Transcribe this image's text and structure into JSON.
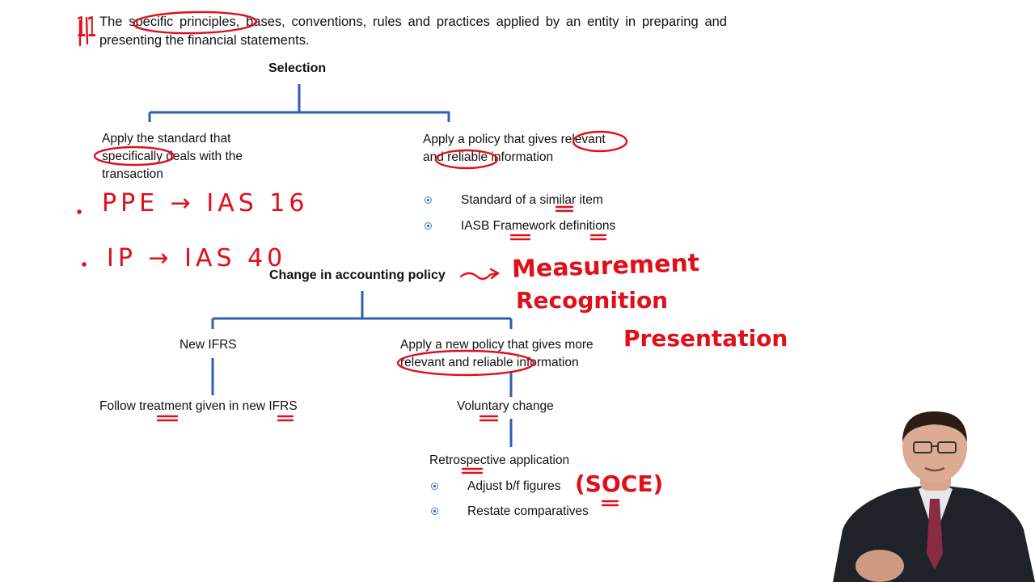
{
  "definition": {
    "marker": "11",
    "text": "The specific principles, bases, conventions, rules and practices applied by an entity in preparing and presenting the financial statements."
  },
  "selection": {
    "heading": "Selection",
    "left_branch": "Apply the standard that specifically deals with the transaction",
    "right_branch": "Apply a policy that gives relevant and reliable information",
    "bullets": [
      "Standard of a similar item",
      "IASB Framework definitions"
    ]
  },
  "change": {
    "heading": "Change in accounting policy",
    "left_branch": "New IFRS",
    "left_result": "Follow treatment given in new IFRS",
    "right_branch": "Apply a new policy that gives more relevant and reliable information",
    "right_result": "Voluntary change",
    "application": "Retrospective application",
    "bullets": [
      "Adjust b/f figures",
      "Restate comparatives"
    ]
  },
  "handwriting": {
    "ppe": "PPE → IAS 16",
    "ip": "IP → IAS 40",
    "measurement": "Measurement",
    "recognition": "Recognition",
    "presentation": "Presentation",
    "soce": "(SOCE)"
  },
  "colors": {
    "tree_lines": "#2f5fb3",
    "annotation": "#e0101a",
    "bullet": "#3a7bd5"
  }
}
